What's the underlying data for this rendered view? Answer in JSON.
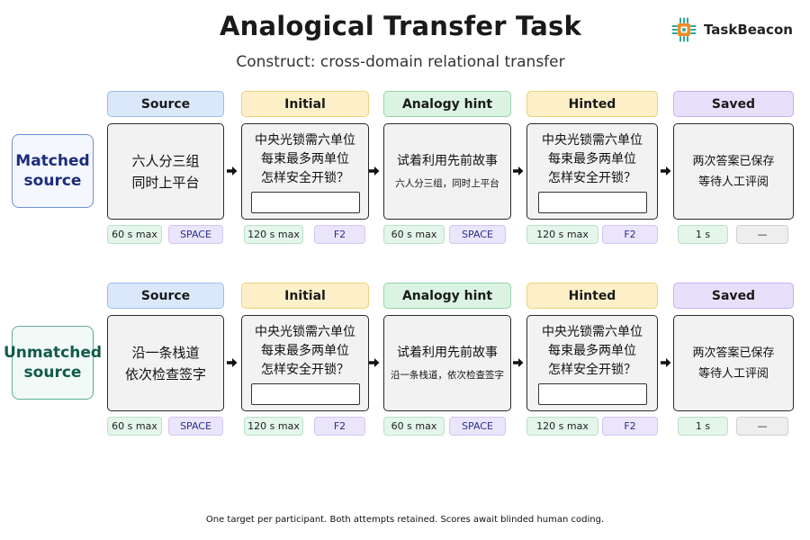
{
  "title": "Analogical Transfer Task",
  "subtitle": "Construct: cross-domain relational transfer",
  "brand": {
    "name": "TaskBeacon",
    "icon": "taskbeacon-logo-icon",
    "colors": [
      "#f08a24",
      "#2aa79b"
    ]
  },
  "footnote": "One target per participant. Both attempts retained. Scores await blinded human coding.",
  "stage_colors": {
    "source": {
      "bg": "#dbe8fb",
      "border": "#9cbcea"
    },
    "initial": {
      "bg": "#fdf0c8",
      "border": "#efd07a"
    },
    "hint": {
      "bg": "#dbf3e2",
      "border": "#92d3a7"
    },
    "hinted": {
      "bg": "#fdf0c8",
      "border": "#efd07a"
    },
    "saved": {
      "bg": "#e8e0fa",
      "border": "#c2b0ef"
    }
  },
  "rows": [
    {
      "label": "Matched\nsource",
      "label_color": "#1d2d7c",
      "label_border": "#6f8fd8",
      "label_bg": "#f4f7fe",
      "stages": [
        {
          "header": "Source",
          "lines": [
            "六人分三组",
            "同时上平台"
          ],
          "input": false,
          "sub": "",
          "duration": "60 s max",
          "key": "SPACE"
        },
        {
          "header": "Initial",
          "lines": [
            "中央光锁需六单位",
            "每束最多两单位",
            "怎样安全开锁？"
          ],
          "input": true,
          "sub": "",
          "duration": "120 s max",
          "key": "F2"
        },
        {
          "header": "Analogy hint",
          "lines": [
            "试着利用先前故事"
          ],
          "input": false,
          "sub": "六人分三组，同时上平台",
          "duration": "60 s max",
          "key": "SPACE"
        },
        {
          "header": "Hinted",
          "lines": [
            "中央光锁需六单位",
            "每束最多两单位",
            "怎样安全开锁？"
          ],
          "input": true,
          "sub": "",
          "duration": "120 s max",
          "key": "F2"
        },
        {
          "header": "Saved",
          "lines": [
            "两次答案已保存",
            "等待人工评阅"
          ],
          "input": false,
          "sub": "",
          "duration": "1 s",
          "key": "—"
        }
      ]
    },
    {
      "label": "Unmatched\nsource",
      "label_color": "#125a4a",
      "label_border": "#5fae98",
      "label_bg": "#f2faf7",
      "stages": [
        {
          "header": "Source",
          "lines": [
            "沿一条栈道",
            "依次检查签字"
          ],
          "input": false,
          "sub": "",
          "duration": "60 s max",
          "key": "SPACE"
        },
        {
          "header": "Initial",
          "lines": [
            "中央光锁需六单位",
            "每束最多两单位",
            "怎样安全开锁？"
          ],
          "input": true,
          "sub": "",
          "duration": "120 s max",
          "key": "F2"
        },
        {
          "header": "Analogy hint",
          "lines": [
            "试着利用先前故事"
          ],
          "input": false,
          "sub": "沿一条栈道，依次检查签字",
          "duration": "60 s max",
          "key": "SPACE"
        },
        {
          "header": "Hinted",
          "lines": [
            "中央光锁需六单位",
            "每束最多两单位",
            "怎样安全开锁？"
          ],
          "input": true,
          "sub": "",
          "duration": "120 s max",
          "key": "F2"
        },
        {
          "header": "Saved",
          "lines": [
            "两次答案已保存",
            "等待人工评阅"
          ],
          "input": false,
          "sub": "",
          "duration": "1 s",
          "key": "—"
        }
      ]
    }
  ]
}
